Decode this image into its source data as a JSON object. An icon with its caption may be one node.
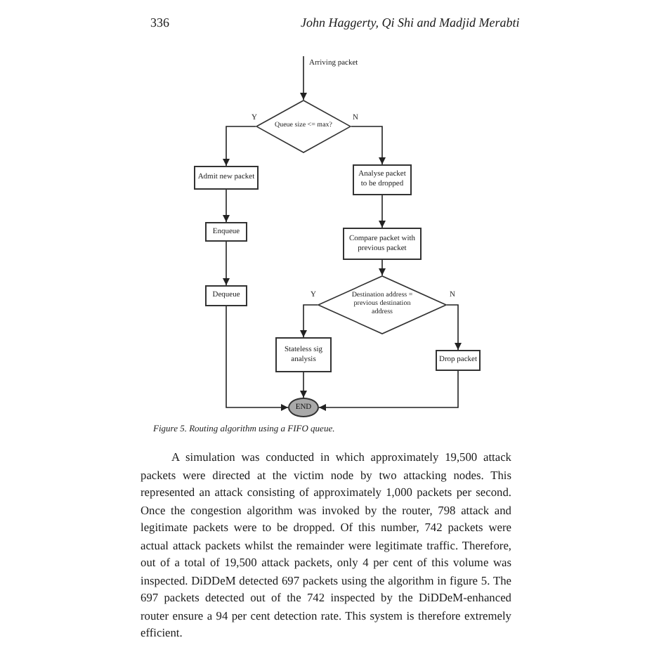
{
  "diagram": {
    "caption": "Figure 5. Routing algorithm using a FIFO queue.",
    "nodes": [
      {
        "text": [
          "Queue size <= max?"
        ]
      },
      {
        "text": [
          "Admit new packet"
        ]
      },
      {
        "text": [
          "Enqueue"
        ]
      },
      {
        "text": [
          "Dequeue"
        ]
      },
      {
        "text": [
          "Analyse packet to be dropped"
        ]
      },
      {
        "text": [
          "Compare packet with previous packet"
        ]
      },
      {
        "text": [
          "Destination address = previous destination address"
        ]
      },
      {
        "text": [
          "Stateless sig analysis"
        ]
      },
      {
        "text": [
          "Drop packet"
        ]
      },
      {
        "text": [
          "END"
        ]
      }
    ],
    "edges": [
      {
        "from": null,
        "to": 0,
        "arrow": "to",
        "label": "Arriving packet"
      },
      {
        "from": 0,
        "to": 1,
        "arrow": "to",
        "label": "Y"
      },
      {
        "from": 0,
        "to": 4,
        "arrow": "to",
        "label": "N"
      },
      {
        "from": 1,
        "to": 2,
        "arrow": "to"
      },
      {
        "from": 2,
        "to": 3,
        "arrow": "to"
      },
      {
        "from": 3,
        "to": 9,
        "arrow": "to"
      },
      {
        "from": 4,
        "to": 5,
        "arrow": "to"
      },
      {
        "from": 5,
        "to": 6,
        "arrow": "to"
      },
      {
        "from": 6,
        "to": 7,
        "arrow": "to",
        "label": "Y"
      },
      {
        "from": 6,
        "to": 8,
        "arrow": "to",
        "label": "N"
      },
      {
        "from": 7,
        "to": 9,
        "arrow": "to"
      },
      {
        "from": 8,
        "to": 9,
        "arrow": "to"
      }
    ],
    "labels": [
      "336",
      "John Haggerty, Qi Shi and Madjid Merabti",
      "A simulation was conducted in which approximately 19,500 attack packets were directed at the victim node by two attacking nodes. This represented an attack consisting of approximately 1,000 packets per second. Once the congestion algorithm was invoked by the router, 798 attack and legitimate packets were to be dropped. Of this number, 742 packets were actual attack packets whilst the remainder were legitimate traffic. Therefore, out of a total of 19,500 attack packets, only 4 per cent of this volume was inspected. DiDDeM detected 697 packets using the algorithm in figure 5. The 697 packets detected out of the 742 inspected by the DiDDeM-enhanced router ensure a 94 per cent detection rate. This system is therefore extremely efficient."
    ]
  }
}
